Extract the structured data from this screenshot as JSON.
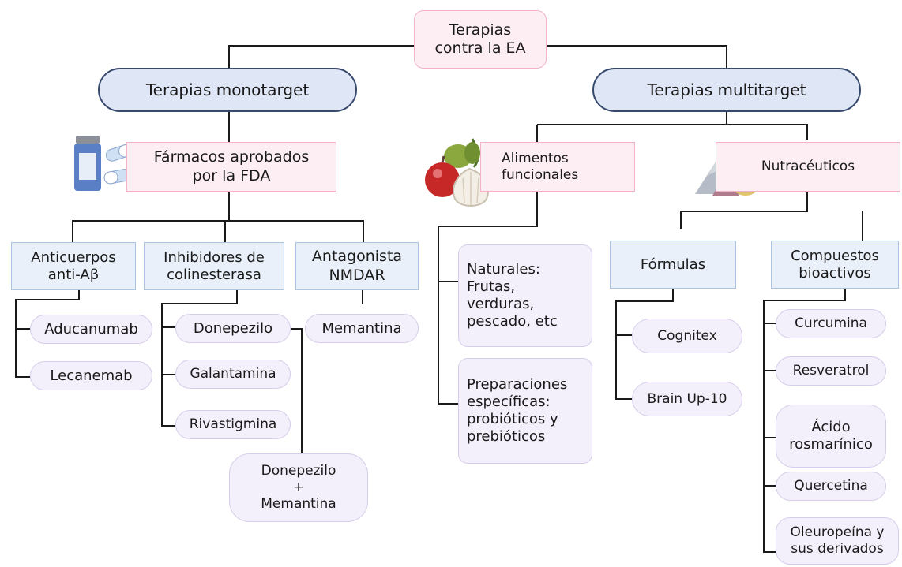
{
  "root": "Terapias\ncontra la EA",
  "mono": {
    "title": "Terapias monotarget",
    "fda": "Fármacos aprobados\npor la FDA",
    "categories": [
      {
        "label": "Anticuerpos\nanti-Aβ",
        "items": [
          "Aducanumab",
          "Lecanemab"
        ]
      },
      {
        "label": "Inhibidores de\ncolinesterasa",
        "items": [
          "Donepezilo",
          "Galantamina",
          "Rivastigmina"
        ]
      },
      {
        "label": "Antagonista\nNMDAR",
        "items": [
          "Memantina"
        ]
      }
    ],
    "combo": "Donepezilo\n+\nMemantina"
  },
  "multi": {
    "title": "Terapias multitarget",
    "alimentos": {
      "label": "Alimentos\nfuncionales",
      "items": [
        "Naturales:\nFrutas,\nverduras,\npescado, etc",
        "Preparaciones\nespecíficas:\nprobióticos y\nprebióticos"
      ]
    },
    "nutra": {
      "label": "Nutracéuticos",
      "formulas": {
        "label": "Fórmulas",
        "items": [
          "Cognitex",
          "Brain Up-10"
        ]
      },
      "compuestos": {
        "label": "Compuestos\nbioactivos",
        "items": [
          "Curcumina",
          "Resveratrol",
          "Ácido\nrosmarínico",
          "Quercetina",
          "Oleuropeína y\nsus derivados"
        ]
      }
    }
  },
  "icons": [
    "pill-bottle-icon",
    "fruit-vegetables-icon",
    "powder-supplement-icon"
  ]
}
